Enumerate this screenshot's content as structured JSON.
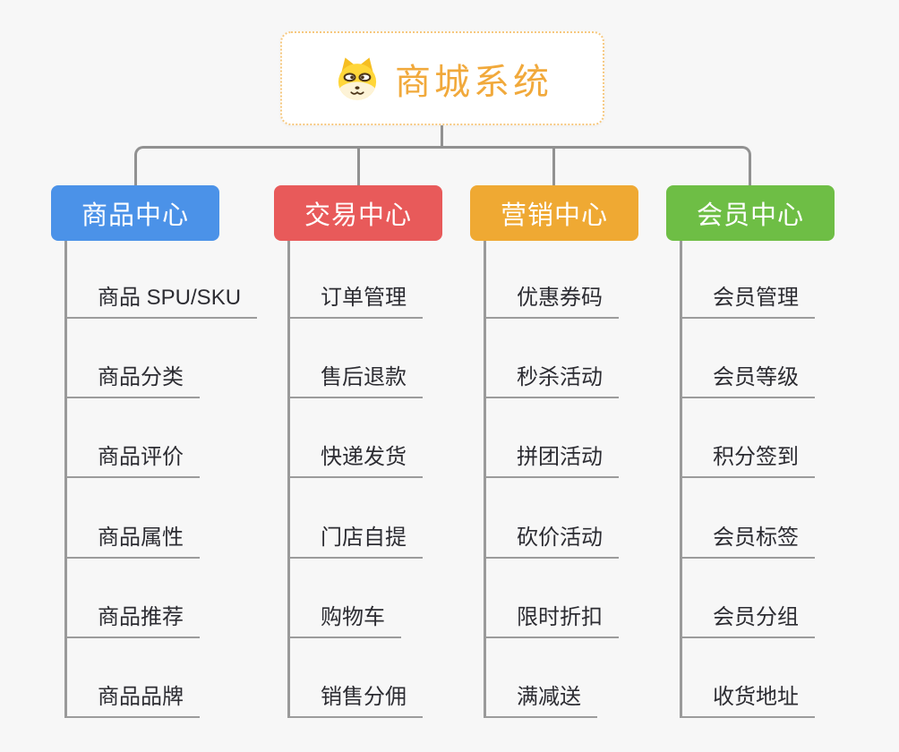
{
  "root": {
    "title": "商城系统",
    "icon": "dog-face-icon",
    "text_color": "#f1a93b",
    "border_color": "#f6c87f"
  },
  "connector_color": "#919191",
  "branches": [
    {
      "label": "商品中心",
      "color": "#4b92e8",
      "children": [
        "商品 SPU/SKU",
        "商品分类",
        "商品评价",
        "商品属性",
        "商品推荐",
        "商品品牌"
      ]
    },
    {
      "label": "交易中心",
      "color": "#e85a5a",
      "children": [
        "订单管理",
        "售后退款",
        "快递发货",
        "门店自提",
        "购物车",
        "销售分佣"
      ]
    },
    {
      "label": "营销中心",
      "color": "#efa933",
      "children": [
        "优惠券码",
        "秒杀活动",
        "拼团活动",
        "砍价活动",
        "限时折扣",
        "满减送"
      ]
    },
    {
      "label": "会员中心",
      "color": "#6ebe45",
      "children": [
        "会员管理",
        "会员等级",
        "积分签到",
        "会员标签",
        "会员分组",
        "收货地址"
      ]
    }
  ]
}
